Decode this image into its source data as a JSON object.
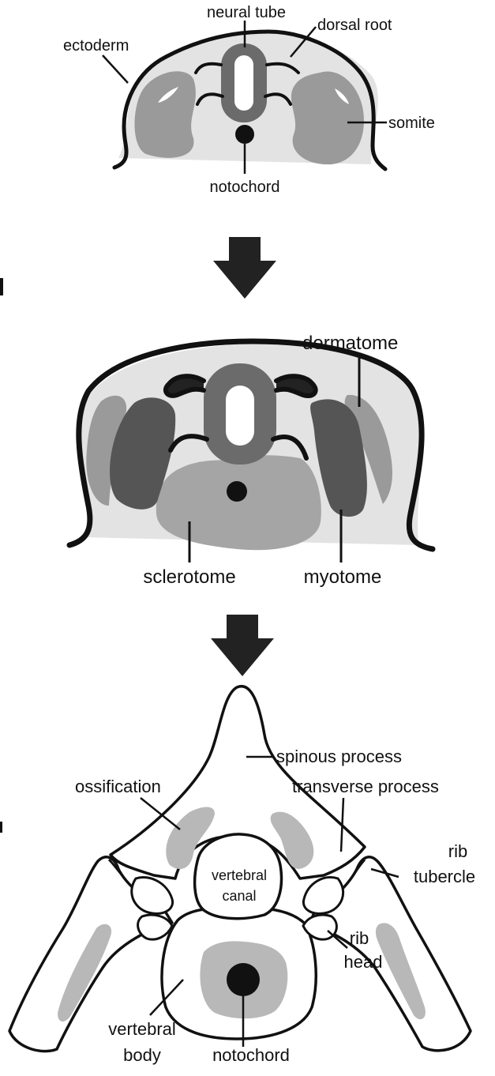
{
  "stage1": {
    "labels": {
      "neural_tube": "neural tube",
      "dorsal_root": "dorsal root",
      "ectoderm": "ectoderm",
      "somite": "somite",
      "notochord": "notochord"
    }
  },
  "stage2": {
    "labels": {
      "dermatome": "dermatome",
      "sclerotome": "sclerotome",
      "myotome": "myotome"
    }
  },
  "stage3": {
    "labels": {
      "spinous_process": "spinous process",
      "ossification": "ossification",
      "transverse_process": "transverse process",
      "rib_tubercle_1": "rib",
      "rib_tubercle_2": "tubercle",
      "vertebral_canal_1": "vertebral",
      "vertebral_canal_2": "canal",
      "rib_head_1": "rib",
      "rib_head_2": "head",
      "vertebral_body_1": "vertebral",
      "vertebral_body_2": "body",
      "notochord": "notochord"
    }
  },
  "colors": {
    "outline": "#111111",
    "mesenchyme": "#e3e3e3",
    "somite_gray": "#999999",
    "neural_tube": "#6b6b6b",
    "myotome_dark": "#555555",
    "dermatome_gray": "#9a9a9a",
    "sclerotome_gray": "#a5a5a5",
    "ossification": "#b8b8b8",
    "arrow": "#222222"
  }
}
